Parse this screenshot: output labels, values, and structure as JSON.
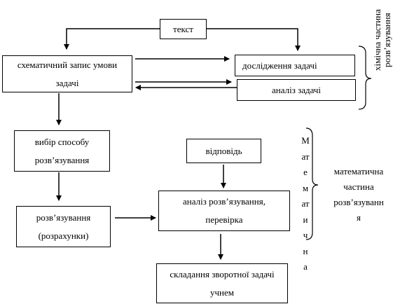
{
  "boxes": {
    "text": "текст",
    "schematic": [
      "схематичний запис умови",
      "задачі"
    ],
    "research": "дослідження задачі",
    "analysis": "аналіз задачі",
    "method": [
      "вибір способу",
      "розв’язування"
    ],
    "answer": "відповідь",
    "solving": [
      "розв’язування",
      "(розрахунки)"
    ],
    "check": [
      "аналіз розв’язування,",
      "перевірка"
    ],
    "reverse": [
      "складання зворотної задачі",
      "учнем"
    ]
  },
  "labels": {
    "chemical": [
      "хімічна частина",
      "розв’язування"
    ],
    "math_letters": [
      "М",
      "ат",
      "е",
      "м",
      "ат",
      "и",
      "ч",
      "н",
      "а"
    ],
    "math_part": [
      "математична",
      "частина",
      "розв’язуванн",
      "я"
    ]
  }
}
